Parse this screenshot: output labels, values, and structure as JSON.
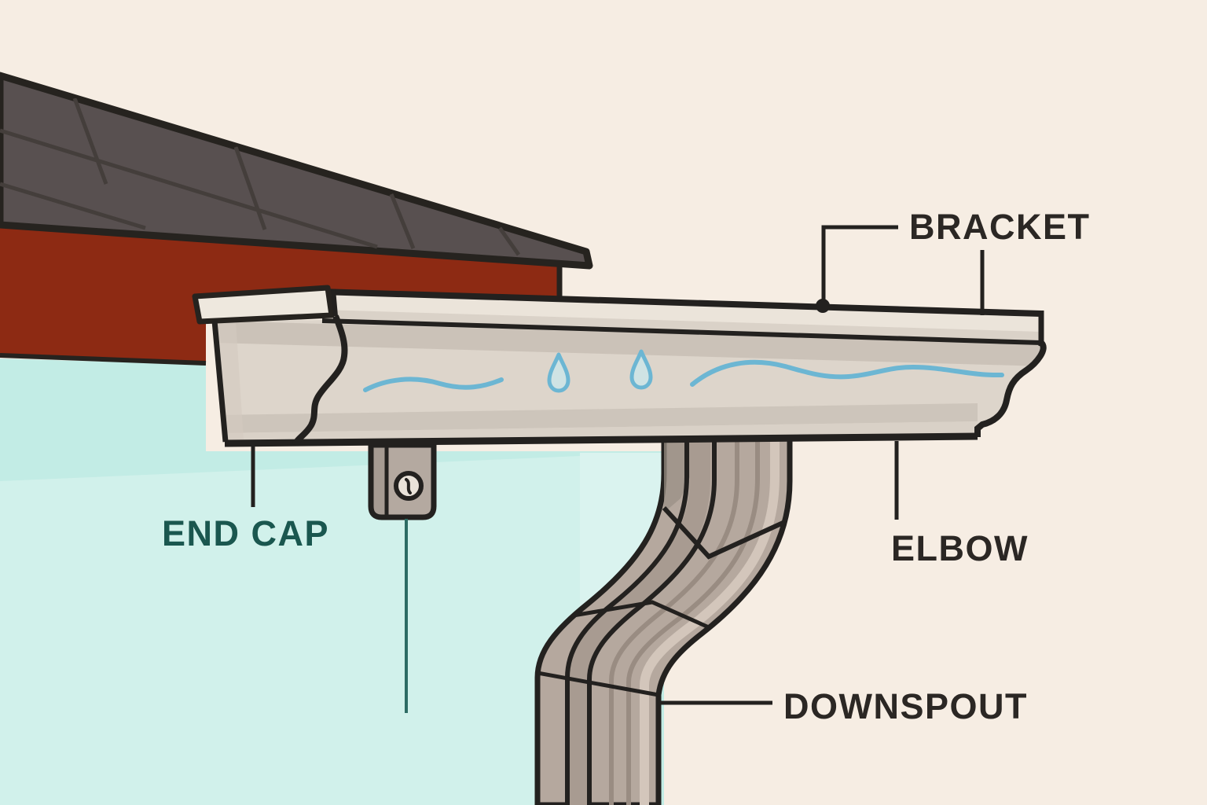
{
  "diagram": {
    "subject": "Rain gutter system parts diagram",
    "labels": {
      "bracket": {
        "text": "BRACKET",
        "color": "#2b2724"
      },
      "end_cap": {
        "text": "END CAP",
        "color": "#1a574f"
      },
      "elbow": {
        "text": "ELBOW",
        "color": "#2b2724"
      },
      "downspout": {
        "text": "DOWNSPOUT",
        "color": "#2b2724"
      }
    },
    "annotations": {
      "water_squiggles": 2,
      "water_droplets": 2,
      "bracket_mount_dot": 1
    },
    "colors": {
      "background": "#f6ede3",
      "roof": "#585050",
      "roof_seam": "#443e3b",
      "wall_red": "#8d2a13",
      "wall_teal": "#c2ece5",
      "wall_teal_light": "#ddf6f0",
      "gutter_face": "#ddd5cb",
      "gutter_lip": "#ebe4da",
      "gutter_shade": "#c9c0b6",
      "downspout": "#b5a89e",
      "downspout_stripe_dark": "#998c82",
      "downspout_stripe_light": "#d3c6bb",
      "outline": "#23211f",
      "water_blue": "#6cb6d3",
      "droplet_fill": "#cfe3e4",
      "strap_line_teal": "#2d6c64"
    }
  }
}
